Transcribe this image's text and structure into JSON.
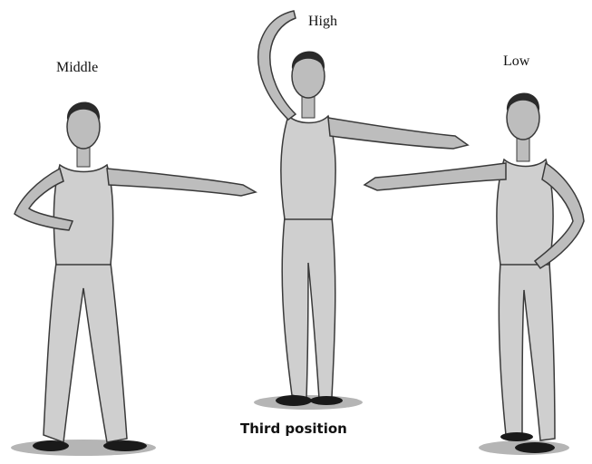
{
  "labels": {
    "middle": "Middle",
    "high": "High",
    "low": "Low"
  },
  "caption": "Third position",
  "colors": {
    "leotard": "#cfcfcf",
    "skin": "#bdbdbd",
    "outline": "#3a3a3a",
    "hair": "#2a2a2a",
    "shoe": "#1a1a1a",
    "shadow": "#9a9a9a"
  }
}
